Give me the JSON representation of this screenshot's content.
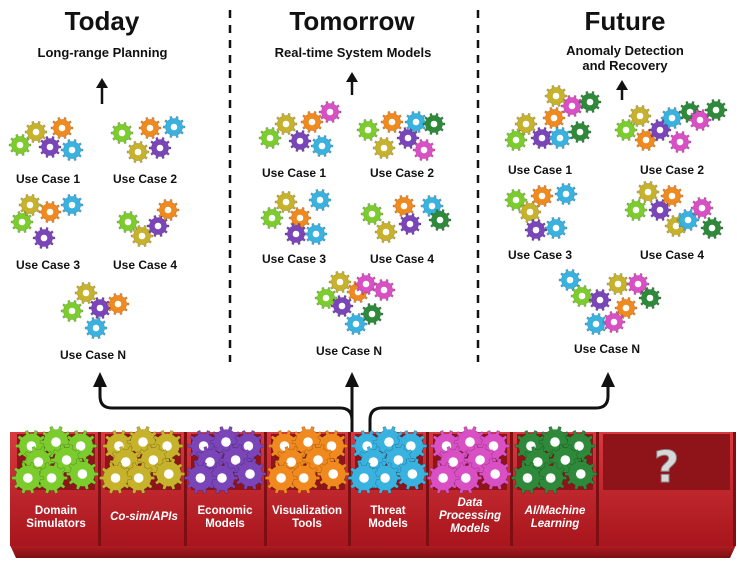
{
  "columns": [
    {
      "title": "Today",
      "subtitle": "Long-range Planning",
      "use_cases": [
        "Use Case 1",
        "Use Case 2",
        "Use Case 3",
        "Use Case 4",
        "Use Case N"
      ]
    },
    {
      "title": "Tomorrow",
      "subtitle": "Real-time System Models",
      "use_cases": [
        "Use Case 1",
        "Use Case 2",
        "Use Case 3",
        "Use Case 4",
        "Use Case N"
      ]
    },
    {
      "title": "Future",
      "subtitle_line1": "Anomaly Detection",
      "subtitle_line2": "and Recovery",
      "use_cases": [
        "Use Case 1",
        "Use Case 2",
        "Use Case 3",
        "Use Case 4",
        "Use Case N"
      ]
    }
  ],
  "tray": {
    "compartments": [
      {
        "label_line1": "Domain",
        "label_line2": "Simulators",
        "color": "#7ccc2e"
      },
      {
        "label_line1": "Co-sim/APIs",
        "label_line2": "",
        "color": "#c7b22c"
      },
      {
        "label_line1": "Economic",
        "label_line2": "Models",
        "color": "#7a45b8"
      },
      {
        "label_line1": "Visualization",
        "label_line2": "Tools",
        "color": "#f08a1e"
      },
      {
        "label_line1": "Threat",
        "label_line2": "Models",
        "color": "#39b2e0"
      },
      {
        "label_line1": "Data",
        "label_line2": "Processing",
        "label_line3": "Models",
        "color": "#d94fc4"
      },
      {
        "label_line1": "AI/Machine",
        "label_line2": "Learning",
        "color": "#2e8a3a"
      },
      {
        "label_line1": "?",
        "label_line2": "",
        "color": "#d8d8d8"
      }
    ],
    "tray_color": "#c8242c"
  },
  "gear_colors": [
    "#7ccc2e",
    "#c7b22c",
    "#7a45b8",
    "#f08a1e",
    "#39b2e0",
    "#d94fc4",
    "#2e8a3a"
  ]
}
